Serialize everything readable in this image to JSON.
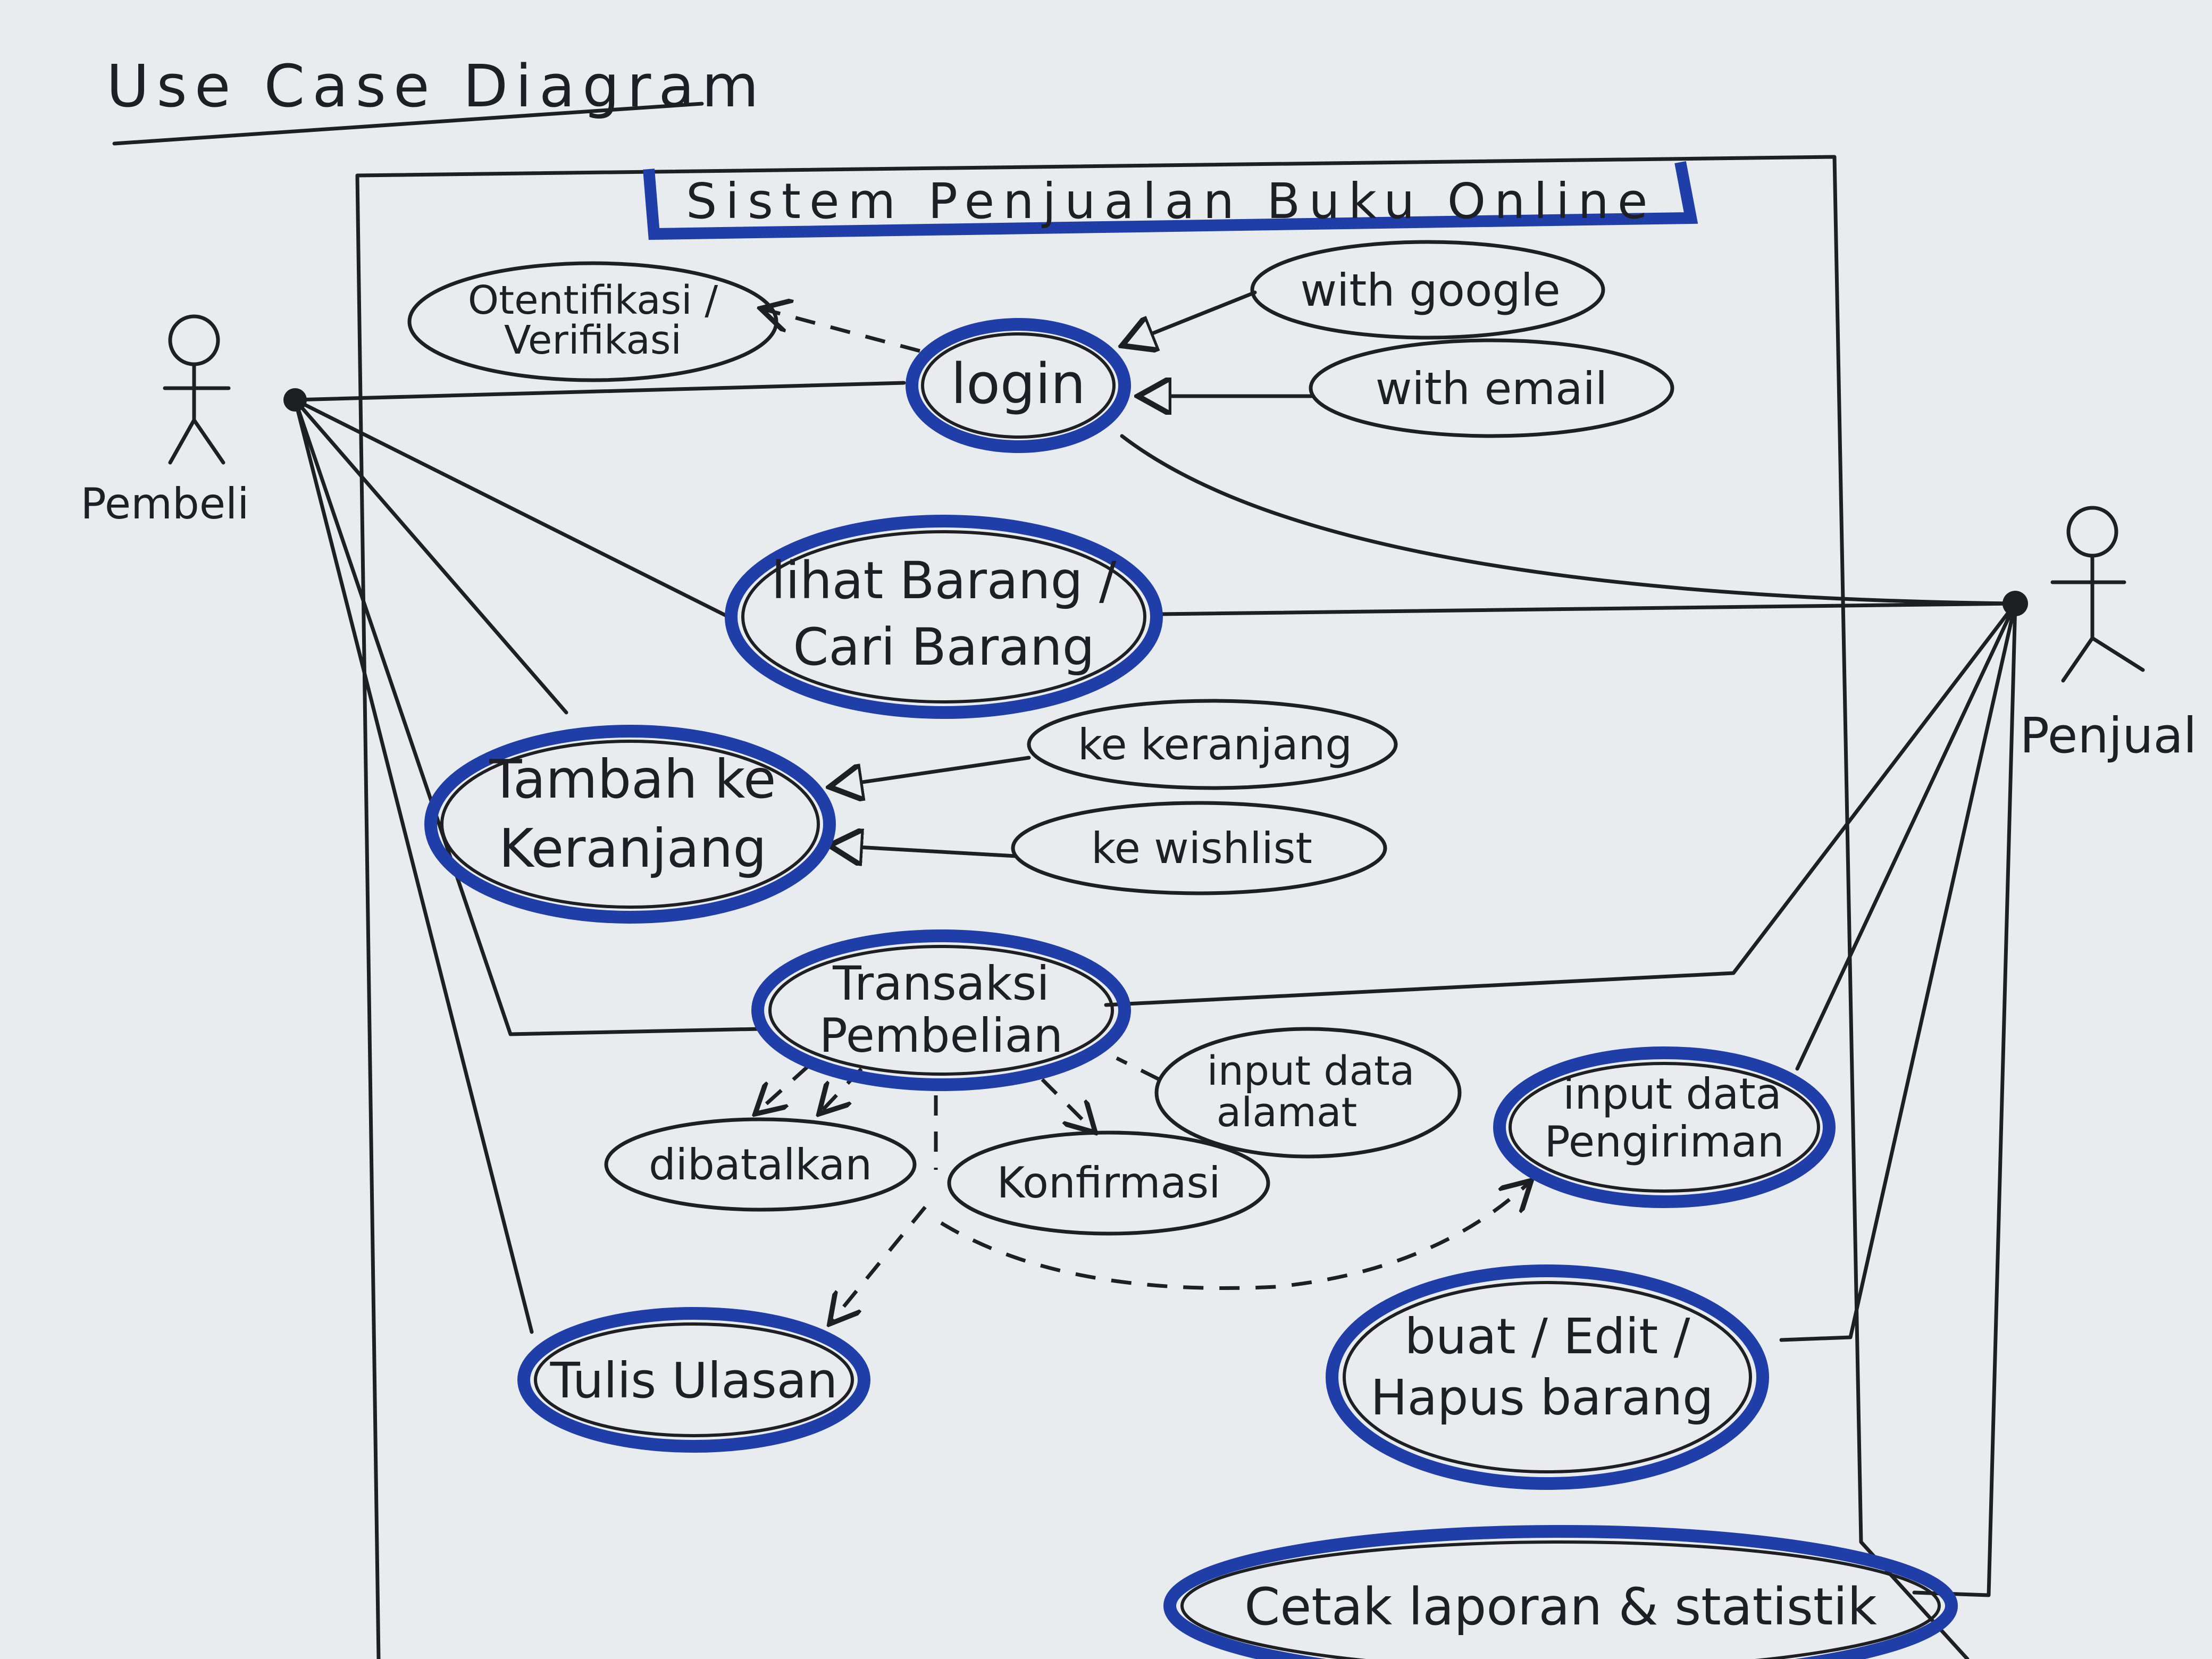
{
  "title": "Use Case Diagram",
  "system_name": "Sistem Penjualan Buku Online",
  "actors": [
    {
      "id": "pembeli",
      "label": "Pembeli"
    },
    {
      "id": "penjual",
      "label": "Penjual"
    }
  ],
  "use_cases": [
    {
      "id": "otentifikasi",
      "lines": [
        "Otentifikasi /",
        "Verifikasi"
      ],
      "emphasis": false
    },
    {
      "id": "login",
      "lines": [
        "login"
      ],
      "emphasis": true
    },
    {
      "id": "google",
      "lines": [
        "with google"
      ],
      "emphasis": false
    },
    {
      "id": "email",
      "lines": [
        "with email"
      ],
      "emphasis": false
    },
    {
      "id": "lihat",
      "lines": [
        "lihat Barang /",
        "Cari Barang"
      ],
      "emphasis": true
    },
    {
      "id": "tambah",
      "lines": [
        "Tambah ke",
        "Keranjang"
      ],
      "emphasis": true
    },
    {
      "id": "kekeranjang",
      "lines": [
        "ke keranjang"
      ],
      "emphasis": false
    },
    {
      "id": "wishlist",
      "lines": [
        "ke wishlist"
      ],
      "emphasis": false
    },
    {
      "id": "transaksi",
      "lines": [
        "Transaksi",
        "Pembelian"
      ],
      "emphasis": true
    },
    {
      "id": "alamat",
      "lines": [
        "input data",
        "alamat"
      ],
      "emphasis": false
    },
    {
      "id": "dibatalkan",
      "lines": [
        "dibatalkan"
      ],
      "emphasis": false
    },
    {
      "id": "konfirmasi",
      "lines": [
        "Konfirmasi"
      ],
      "emphasis": false
    },
    {
      "id": "pengiriman",
      "lines": [
        "input data",
        "Pengiriman"
      ],
      "emphasis": true
    },
    {
      "id": "ulasan",
      "lines": [
        "Tulis Ulasan"
      ],
      "emphasis": true
    },
    {
      "id": "barang",
      "lines": [
        "buat / Edit /",
        "Hapus barang"
      ],
      "emphasis": true
    },
    {
      "id": "laporan",
      "lines": [
        "Cetak laporan & statistik"
      ],
      "emphasis": true
    }
  ],
  "colors": {
    "ink": "#1e1f23",
    "marker_blue": "#1f3ea8",
    "paper": "#e9ecee"
  }
}
